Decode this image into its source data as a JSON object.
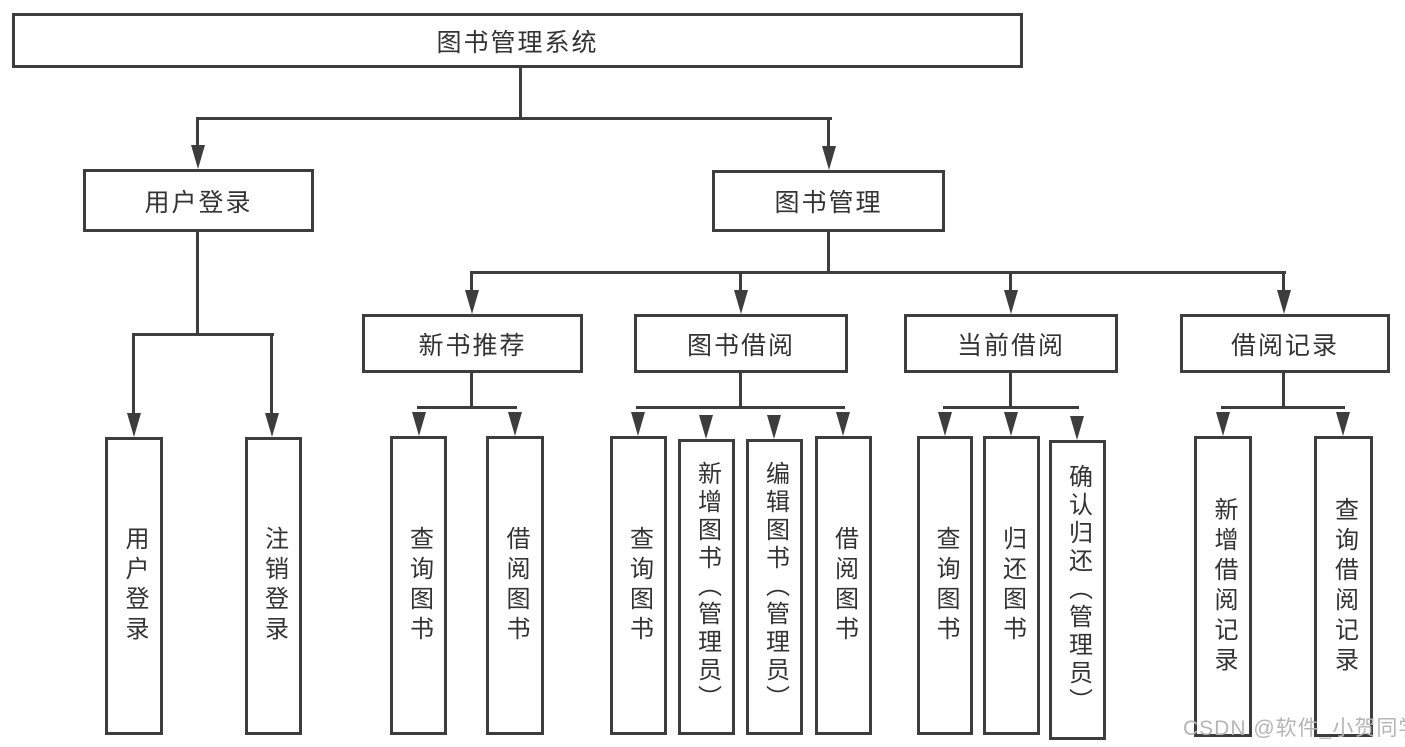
{
  "diagram": {
    "root": "图书管理系统",
    "branches": [
      {
        "label": "用户登录",
        "children": [
          "用户登录",
          "注销登录"
        ]
      },
      {
        "label": "图书管理",
        "sections": [
          {
            "label": "新书推荐",
            "children": [
              "查询图书",
              "借阅图书"
            ]
          },
          {
            "label": "图书借阅",
            "children": [
              "查询图书",
              "新增图书（管理员）",
              "编辑图书（管理员）",
              "借阅图书"
            ]
          },
          {
            "label": "当前借阅",
            "children": [
              "查询图书",
              "归还图书",
              "确认归还（管理员）"
            ]
          },
          {
            "label": "借阅记录",
            "children": [
              "新增借阅记录",
              "查询借阅记录"
            ]
          }
        ]
      }
    ],
    "colors": {
      "line": "#3d3d3d",
      "text": "#333333",
      "watermark_color": "#b5b5b5"
    }
  },
  "watermark": "CSDN @软件_小贺同学"
}
